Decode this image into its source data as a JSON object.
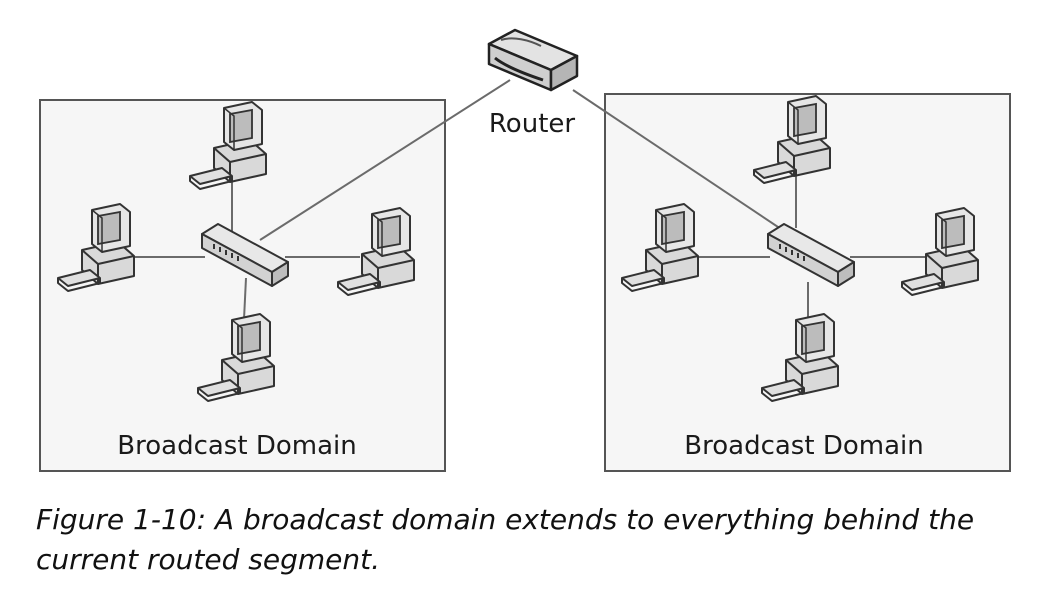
{
  "diagram": {
    "router_label": "Router",
    "domains": [
      {
        "label": "Broadcast Domain"
      },
      {
        "label": "Broadcast Domain"
      }
    ],
    "colors": {
      "box_fill": "#f6f6f6",
      "box_stroke": "#555555",
      "link": "#6b6b6b"
    }
  },
  "caption": {
    "line1": "Figure 1-10: A broadcast domain extends to everything behind the",
    "line2": "current routed segment."
  }
}
